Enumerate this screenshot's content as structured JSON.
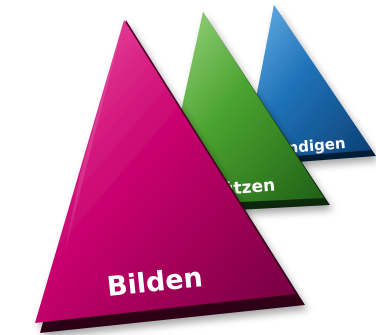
{
  "triangles": [
    {
      "label": "Bilden",
      "visible_text": "Bilden",
      "color": "#c8006e"
    },
    {
      "label": "Unterstützen",
      "visible_text": "ützen",
      "color": "#4aa32f"
    },
    {
      "label": "Verständigen",
      "visible_text": "ndigen",
      "color": "#1f72b8"
    }
  ]
}
